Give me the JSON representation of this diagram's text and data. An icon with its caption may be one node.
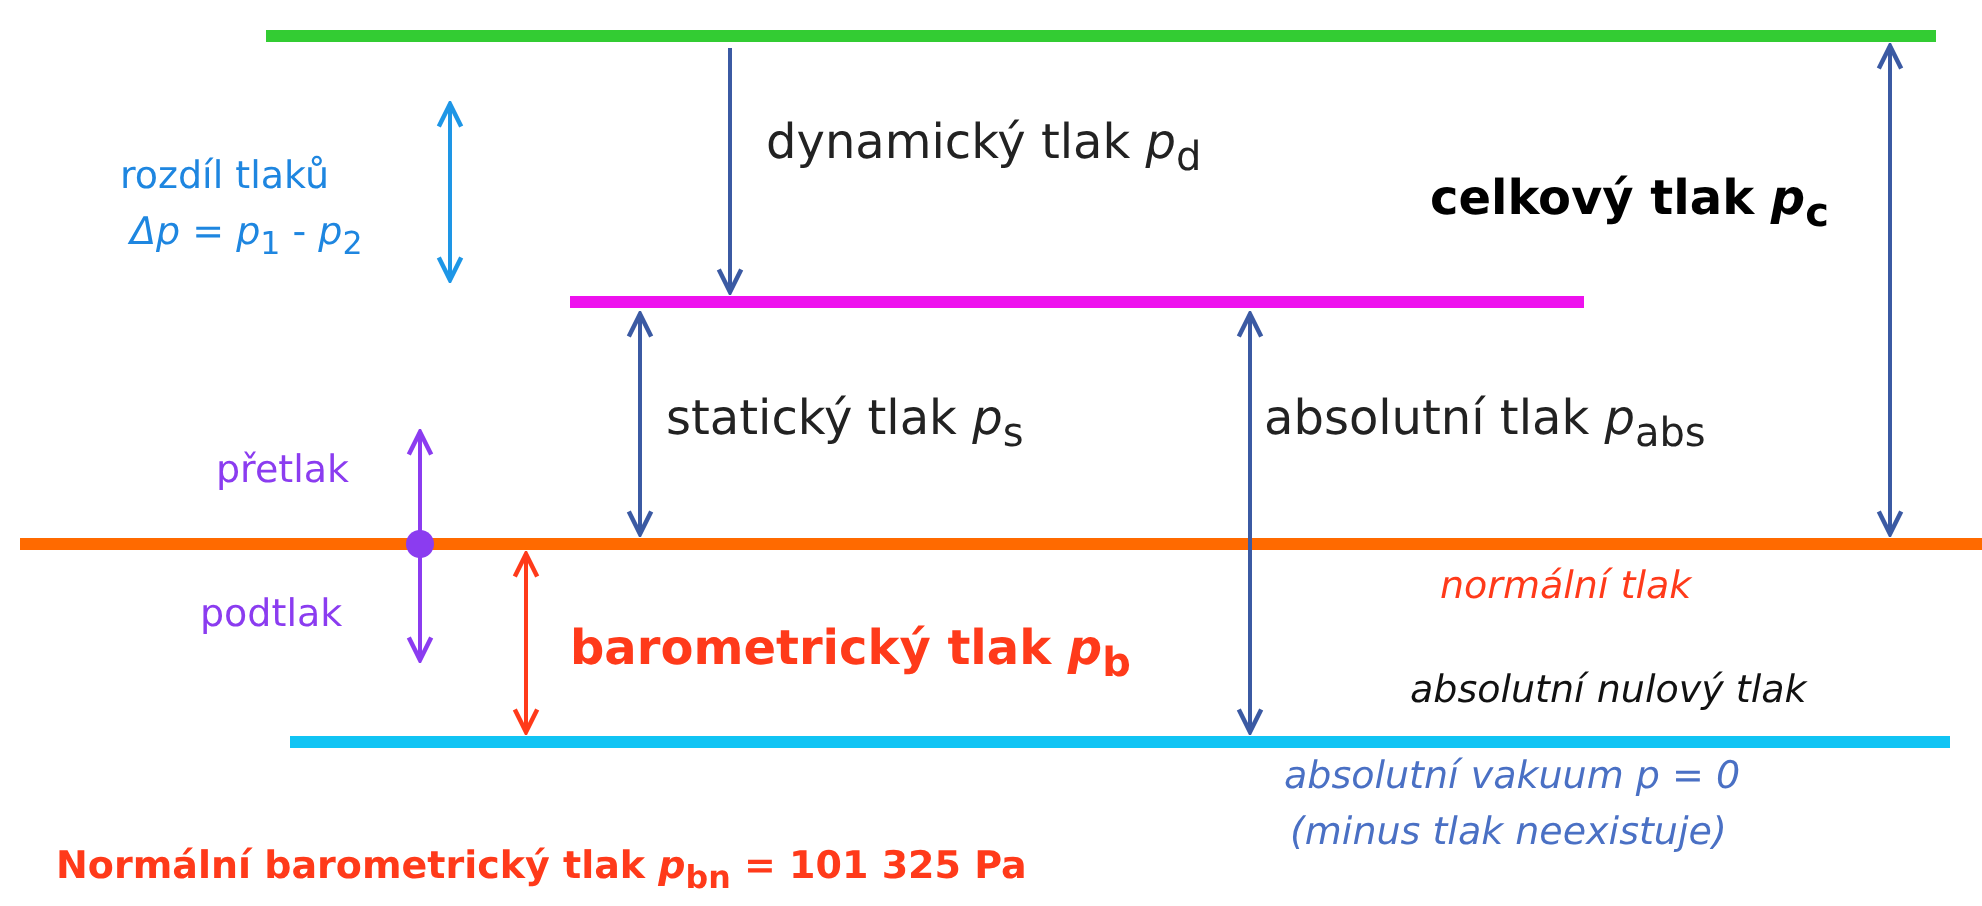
{
  "diagram": {
    "labels": [
      "rozdíl tlaků",
      "*Δp* = *p*$_{1}$ - *p*$_{2}$",
      "dynamický tlak *p*$_{d}$",
      "celkový tlak *p*$_{c}$",
      "přetlak",
      "statický tlak *p*$_{s}$",
      "absolutní tlak *p*$_{abs}$",
      "podtlak",
      "normální tlak",
      "barometrický tlak *p*$_{b}$",
      "absolutní nulový tlak",
      "absolutní vakuum p = 0",
      "(minus tlak neexistuje)",
      "Normální barometrický tlak *p*$_{bn}$ = 101 325 Pa"
    ]
  }
}
